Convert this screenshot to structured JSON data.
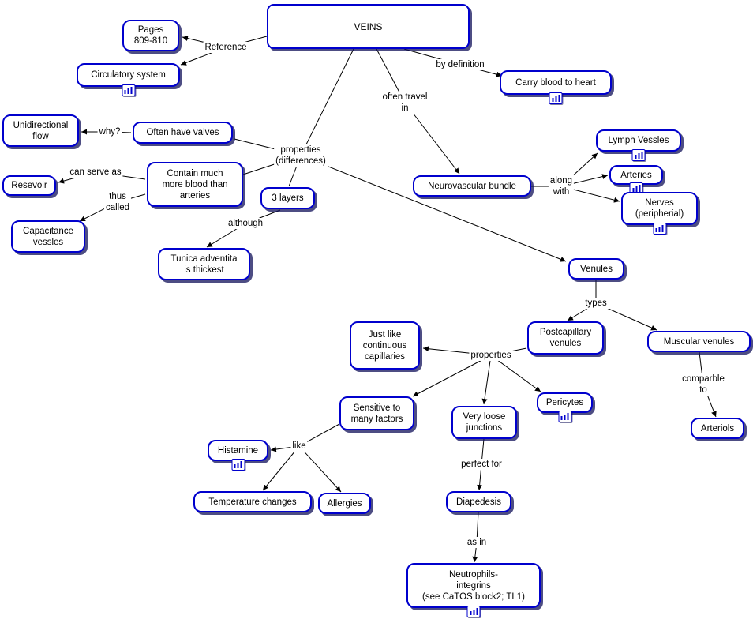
{
  "colors": {
    "node_border": "#0000cd",
    "node_shadow": "#12125a",
    "line": "#000000",
    "background": "#ffffff",
    "text": "#000000"
  },
  "nodes": [
    {
      "id": "veins",
      "text": "VEINS"
    },
    {
      "id": "pages",
      "text": "Pages\n809-810"
    },
    {
      "id": "circulatory-system",
      "text": "Circulatory system",
      "icon": "resource-chart-icon"
    },
    {
      "id": "carry-blood-to-heart",
      "text": "Carry blood to heart",
      "icon": "resource-chart-icon"
    },
    {
      "id": "unidirectional-flow",
      "text": "Unidirectional\nflow"
    },
    {
      "id": "often-have-valves",
      "text": "Often have valves"
    },
    {
      "id": "contain-more-blood",
      "text": "Contain much\nmore blood than\narteries"
    },
    {
      "id": "resevoir",
      "text": "Resevoir"
    },
    {
      "id": "capacitance-vessles",
      "text": "Capacitance\nvessles"
    },
    {
      "id": "three-layers",
      "text": "3 layers"
    },
    {
      "id": "tunica-adventita",
      "text": "Tunica adventita\nis thickest"
    },
    {
      "id": "neurovascular-bundle",
      "text": "Neurovascular bundle"
    },
    {
      "id": "lymph-vessles",
      "text": "Lymph Vessles",
      "icon": "resource-chart-icon"
    },
    {
      "id": "arteries",
      "text": "Arteries",
      "icon": "resource-chart-icon"
    },
    {
      "id": "nerves-peripherial",
      "text": "Nerves\n(peripherial)",
      "icon": "resource-chart-icon"
    },
    {
      "id": "venules",
      "text": "Venules"
    },
    {
      "id": "postcapillary-venules",
      "text": "Postcapillary\nvenules"
    },
    {
      "id": "muscular-venules",
      "text": "Muscular venules"
    },
    {
      "id": "just-like-continuous-capillaries",
      "text": "Just like\ncontinuous\ncapillaries"
    },
    {
      "id": "sensitive-to-many-factors",
      "text": "Sensitive to\nmany factors"
    },
    {
      "id": "very-loose-junctions",
      "text": "Very loose\njunctions"
    },
    {
      "id": "pericytes",
      "text": "Pericytes",
      "icon": "resource-chart-icon"
    },
    {
      "id": "histamine",
      "text": "Histamine",
      "icon": "resource-chart-icon"
    },
    {
      "id": "temperature-changes",
      "text": "Temperature changes"
    },
    {
      "id": "allergies",
      "text": "Allergies"
    },
    {
      "id": "arteriols",
      "text": "Arteriols"
    },
    {
      "id": "diapedesis",
      "text": "Diapedesis"
    },
    {
      "id": "neutrophils-integrins",
      "text": "Neutrophils-\nintegrins\n(see CaTOS block2; TL1)",
      "icon": "resource-chart-icon"
    }
  ],
  "labels": [
    {
      "id": "reference",
      "text": "Reference"
    },
    {
      "id": "by-definition",
      "text": "by definition"
    },
    {
      "id": "often-travel-in",
      "text": "often travel\nin"
    },
    {
      "id": "why",
      "text": "why?"
    },
    {
      "id": "properties-differences",
      "text": "properties\n(differences)"
    },
    {
      "id": "can-serve-as",
      "text": "can serve as"
    },
    {
      "id": "thus-called",
      "text": "thus\ncalled"
    },
    {
      "id": "although",
      "text": "although"
    },
    {
      "id": "along-with",
      "text": "along\nwith"
    },
    {
      "id": "types",
      "text": "types"
    },
    {
      "id": "properties",
      "text": "properties"
    },
    {
      "id": "like",
      "text": "like"
    },
    {
      "id": "comparble-to",
      "text": "comparble to"
    },
    {
      "id": "perfect-for",
      "text": "perfect for"
    },
    {
      "id": "as-in",
      "text": "as in"
    }
  ],
  "edges": [
    {
      "from": "VEINS",
      "label": "Reference",
      "to": [
        "Pages 809-810",
        "Circulatory system"
      ]
    },
    {
      "from": "VEINS",
      "label": "by definition",
      "to": [
        "Carry blood to heart"
      ]
    },
    {
      "from": "VEINS",
      "label": "often travel in",
      "to": [
        "Neurovascular bundle"
      ]
    },
    {
      "from": "VEINS",
      "label": "properties (differences)",
      "to": [
        "Often have valves",
        "Contain much more blood than arteries",
        "3 layers",
        "Venules"
      ]
    },
    {
      "from": "Often have valves",
      "label": "why?",
      "to": [
        "Unidirectional flow"
      ]
    },
    {
      "from": "Contain much more blood than arteries",
      "label": "can serve as",
      "to": [
        "Resevoir"
      ]
    },
    {
      "from": "Contain much more blood than arteries",
      "label": "thus called",
      "to": [
        "Capacitance vessles"
      ]
    },
    {
      "from": "3 layers",
      "label": "although",
      "to": [
        "Tunica adventita is thickest"
      ]
    },
    {
      "from": "Neurovascular bundle",
      "label": "along with",
      "to": [
        "Lymph Vessles",
        "Arteries",
        "Nerves (peripherial)"
      ]
    },
    {
      "from": "Venules",
      "label": "types",
      "to": [
        "Postcapillary venules",
        "Muscular venules"
      ]
    },
    {
      "from": "Postcapillary venules",
      "label": "properties",
      "to": [
        "Just like continuous capillaries",
        "Sensitive to many factors",
        "Very loose junctions",
        "Pericytes"
      ]
    },
    {
      "from": "Sensitive to many factors",
      "label": "like",
      "to": [
        "Histamine",
        "Temperature changes",
        "Allergies"
      ]
    },
    {
      "from": "Muscular venules",
      "label": "comparble to",
      "to": [
        "Arteriols"
      ]
    },
    {
      "from": "Very loose junctions",
      "label": "perfect for",
      "to": [
        "Diapedesis"
      ]
    },
    {
      "from": "Diapedesis",
      "label": "as in",
      "to": [
        "Neutrophils-integrins (see CaTOS block2; TL1)"
      ]
    }
  ]
}
